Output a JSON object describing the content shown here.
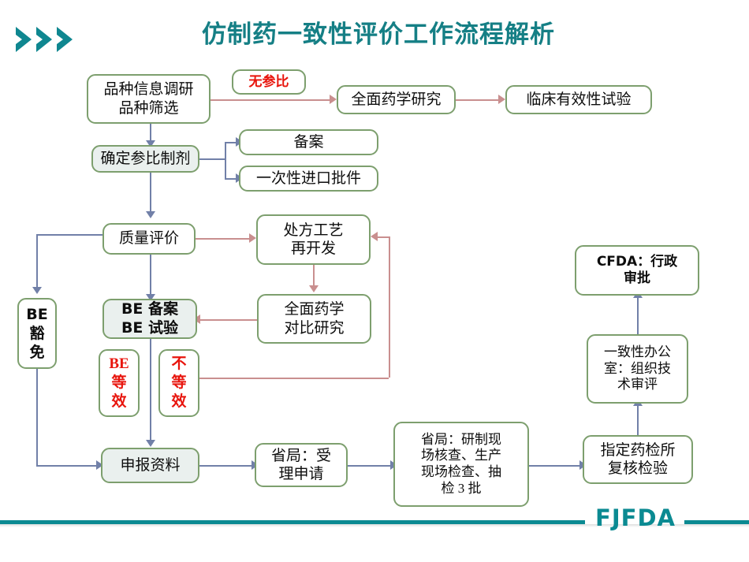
{
  "header": {
    "title": "仿制药一致性评价工作流程解析",
    "logo_icon": "triple-chevron-icon",
    "title_color": "#157f85"
  },
  "footer": {
    "org_label": "FJFDA",
    "rule_color": "#0b8a92"
  },
  "theme": {
    "node_border": "#7d9f6e",
    "node_fill_plain": "#ffffff",
    "node_fill_tinted": "#eaf0ee",
    "connector_blue": "#7180a8",
    "connector_red": "#c98f8f",
    "emphasis_red": "#e8140c"
  },
  "diagram": {
    "type": "flowchart",
    "nodes": [
      {
        "id": "variety_research",
        "label": "品种信息调研\n品种筛选"
      },
      {
        "id": "no_reference",
        "label": "无参比"
      },
      {
        "id": "full_pharm_study",
        "label": "全面药学研究"
      },
      {
        "id": "clinical_trial",
        "label": "临床有效性试验"
      },
      {
        "id": "confirm_ref",
        "label": "确定参比制剂"
      },
      {
        "id": "filing",
        "label": "备案"
      },
      {
        "id": "import_permit",
        "label": "一次性进口批件"
      },
      {
        "id": "quality_eval",
        "label": "质量评价"
      },
      {
        "id": "formula_redev",
        "label": "处方工艺\n再开发"
      },
      {
        "id": "pharm_compare",
        "label": "全面药学\n对比研究"
      },
      {
        "id": "be_waiver",
        "label": "BE\n豁\n免"
      },
      {
        "id": "be_filing_trial",
        "label": "BE 备案\nBE 试验"
      },
      {
        "id": "be_equivalent",
        "label": "BE\n等\n效"
      },
      {
        "id": "be_not_equiv",
        "label": "不\n等\n效"
      },
      {
        "id": "submission",
        "label": "申报资料"
      },
      {
        "id": "prov_accept",
        "label": "省局：受\n理申请"
      },
      {
        "id": "prov_inspect",
        "label": "省局：研制现\n场核查、生产\n现场检查、抽\n检 3 批"
      },
      {
        "id": "drug_retest",
        "label": "指定药检所\n复核检验"
      },
      {
        "id": "consistency_off",
        "label": "一致性办公\n室：组织技\n术审评"
      },
      {
        "id": "cfda_approval",
        "label": "CFDA：行政\n审批"
      }
    ],
    "edges": [
      {
        "from": "variety_research",
        "to": "full_pharm_study",
        "style": "red",
        "note": "无参比"
      },
      {
        "from": "full_pharm_study",
        "to": "clinical_trial",
        "style": "red"
      },
      {
        "from": "variety_research",
        "to": "confirm_ref",
        "style": "blue"
      },
      {
        "from": "confirm_ref",
        "to": "filing",
        "style": "blue"
      },
      {
        "from": "confirm_ref",
        "to": "import_permit",
        "style": "blue"
      },
      {
        "from": "confirm_ref",
        "to": "quality_eval",
        "style": "blue"
      },
      {
        "from": "quality_eval",
        "to": "formula_redev",
        "style": "red"
      },
      {
        "from": "formula_redev",
        "to": "pharm_compare",
        "style": "red"
      },
      {
        "from": "pharm_compare",
        "to": "be_filing_trial",
        "style": "red"
      },
      {
        "from": "quality_eval",
        "to": "be_waiver",
        "style": "blue"
      },
      {
        "from": "quality_eval",
        "to": "be_filing_trial",
        "style": "blue"
      },
      {
        "from": "be_not_equiv",
        "to": "formula_redev",
        "style": "red"
      },
      {
        "from": "be_waiver",
        "to": "submission",
        "style": "blue"
      },
      {
        "from": "be_filing_trial",
        "to": "submission",
        "style": "blue"
      },
      {
        "from": "submission",
        "to": "prov_accept",
        "style": "blue"
      },
      {
        "from": "prov_accept",
        "to": "prov_inspect",
        "style": "blue"
      },
      {
        "from": "prov_inspect",
        "to": "drug_retest",
        "style": "blue"
      },
      {
        "from": "drug_retest",
        "to": "consistency_off",
        "style": "blue"
      },
      {
        "from": "consistency_off",
        "to": "cfda_approval",
        "style": "blue"
      }
    ]
  }
}
